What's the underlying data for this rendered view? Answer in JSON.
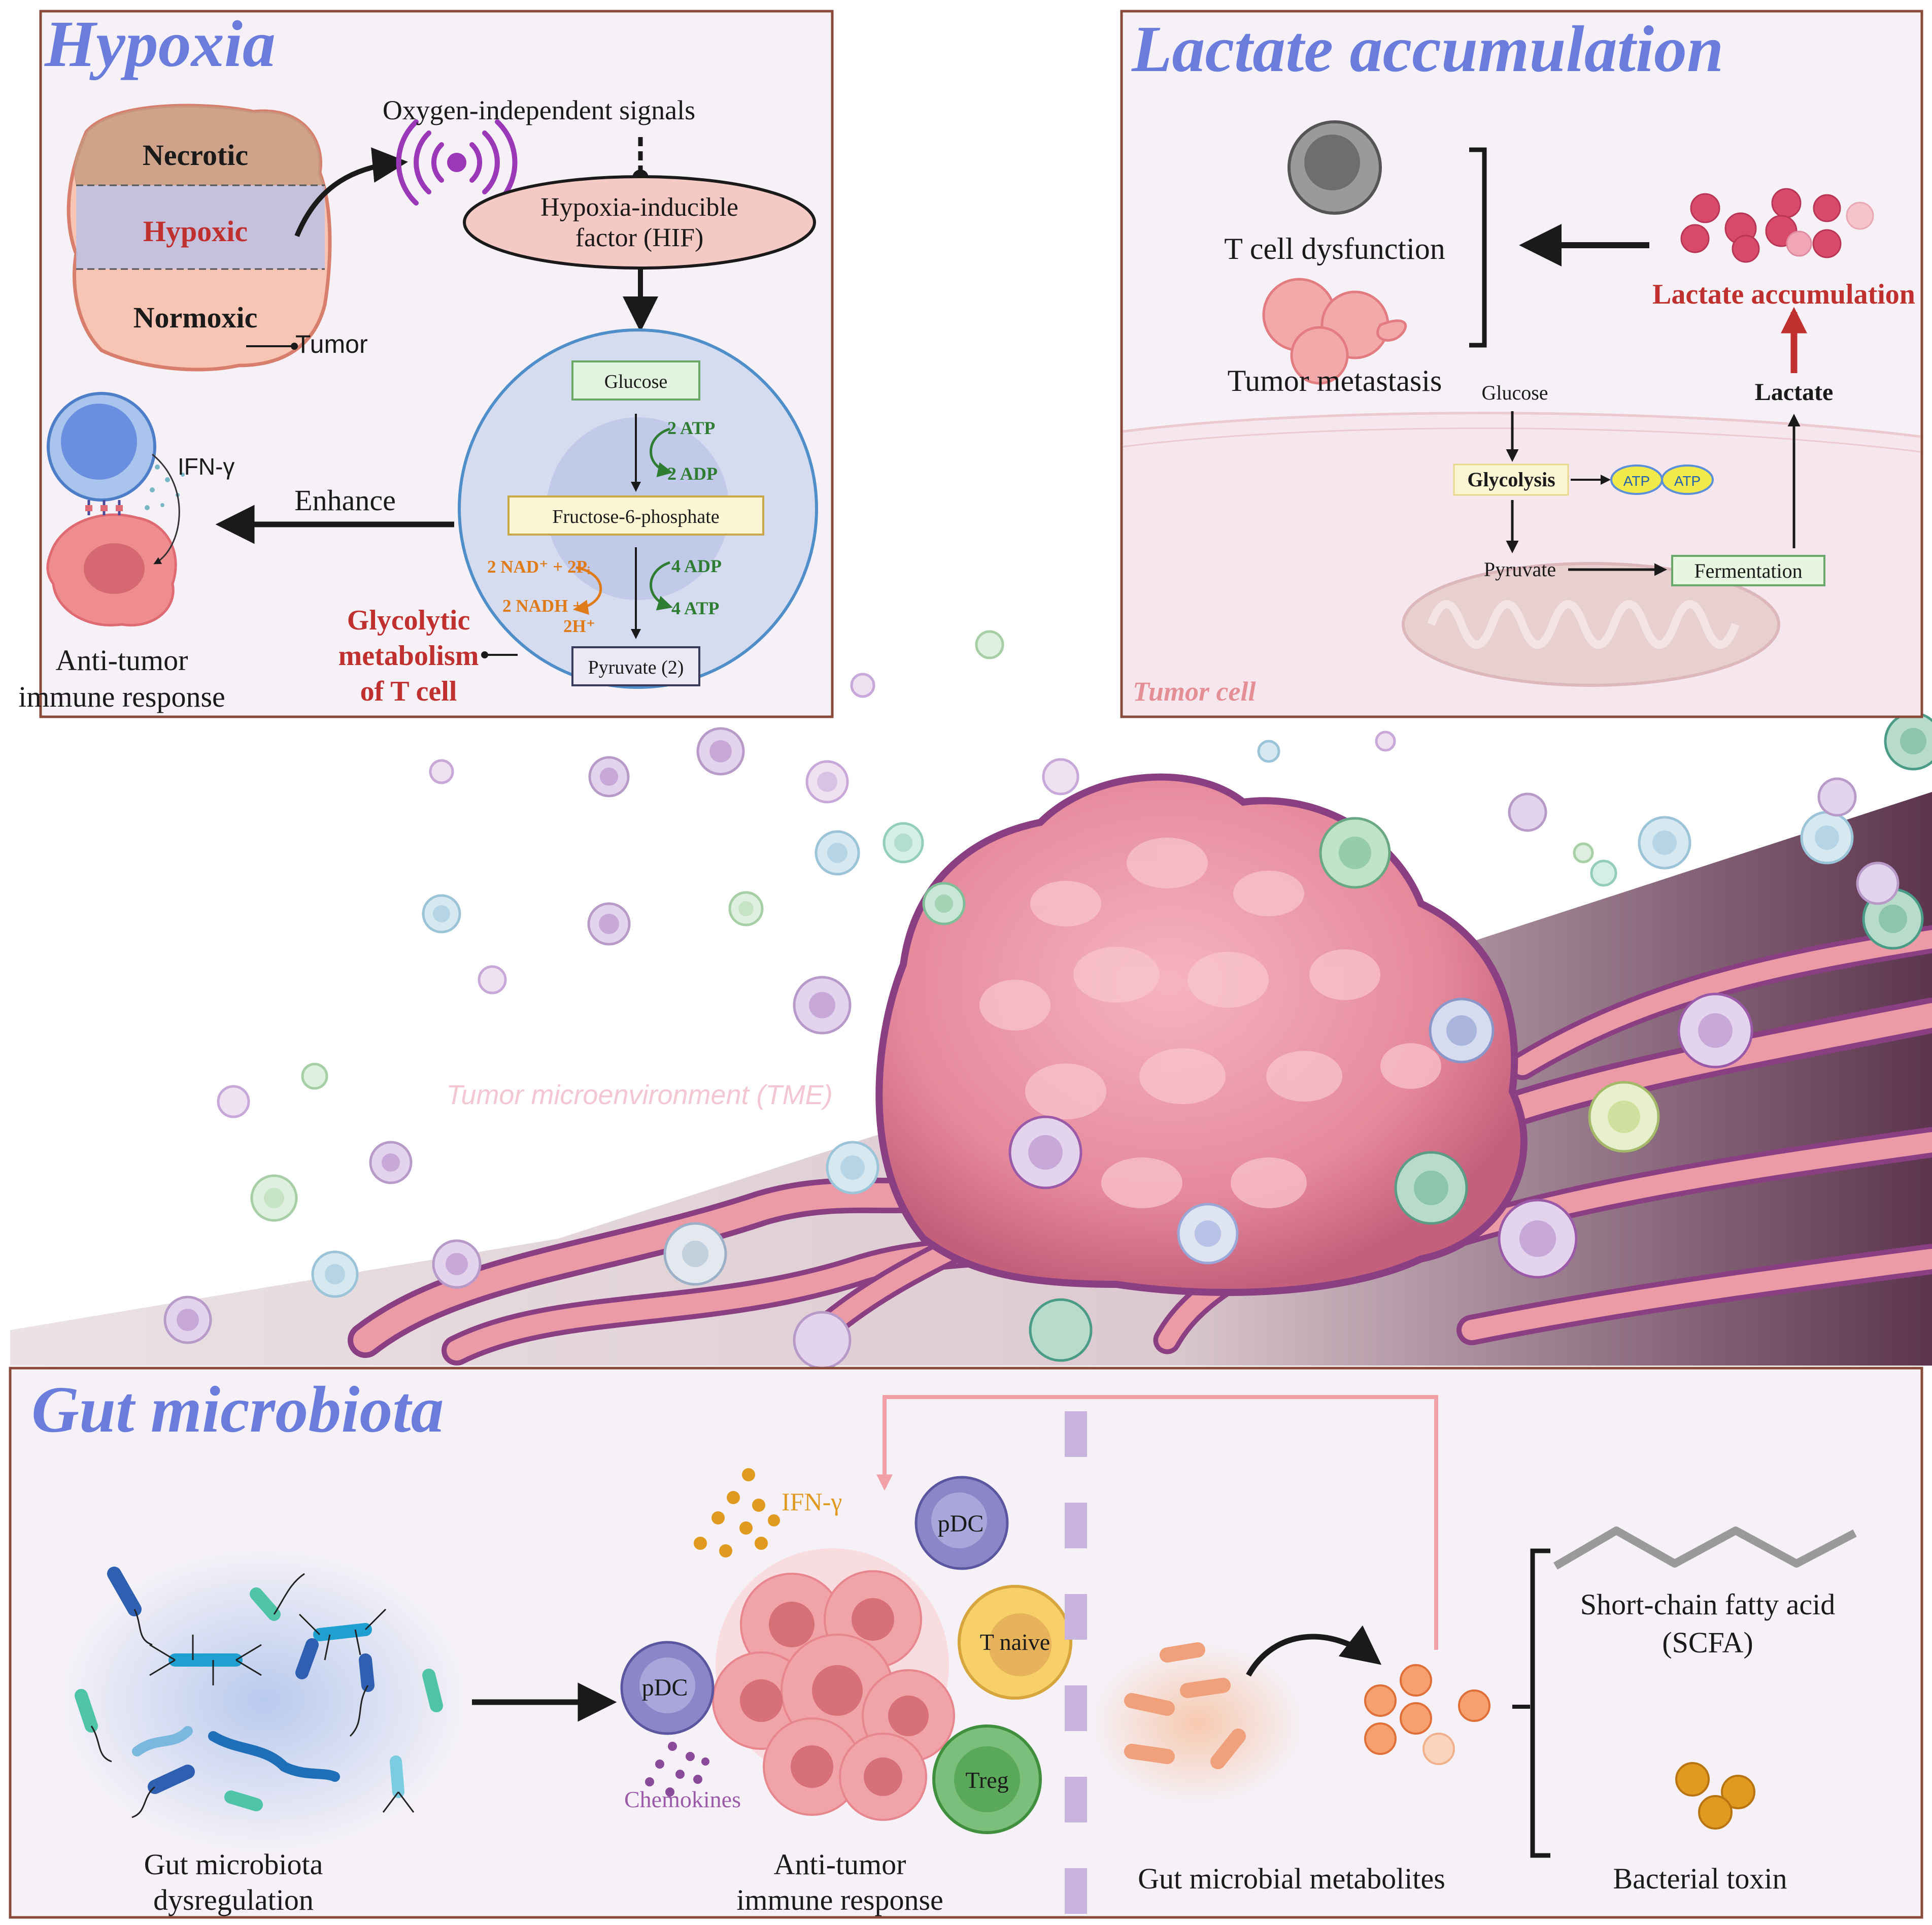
{
  "colors": {
    "panel_border": "#8a4a3a",
    "panel_bg": "#f5f1f7",
    "title_blue": "#6a7ddc",
    "red_label": "#c0302f",
    "green_label": "#2e7d32",
    "orange_label": "#e07b1a",
    "tumor_pink": "#e98a9b",
    "vessel_purple": "#8a3f82",
    "chemokine_purple": "#9a5aa8"
  },
  "hypoxia": {
    "title": "Hypoxia",
    "zones": {
      "necrotic": "Necrotic",
      "hypoxic": "Hypoxic",
      "normoxic": "Normoxic"
    },
    "tumor_label": "Tumor",
    "signals_label": "Oxygen-independent signals",
    "hif_line1": "Hypoxia-inducible",
    "hif_line2": "factor (HIF)",
    "ifn_label": "IFN-γ",
    "enhance_label": "Enhance",
    "response_line1": "Anti-tumor",
    "response_line2": "immune response",
    "metabolism_line1": "Glycolytic",
    "metabolism_line2": "metabolism",
    "metabolism_line3": "of T cell",
    "pathway": {
      "glucose": "Glucose",
      "atp_2": "2 ATP",
      "adp_2": "2 ADP",
      "f6p": "Fructose-6-phosphate",
      "nad": "2 NAD⁺ + 2Pᵢ",
      "nadh": "2 NADH +",
      "h": "2H⁺",
      "adp_4": "4 ADP",
      "atp_4": "4 ATP",
      "pyruvate": "Pyruvate (2)"
    }
  },
  "lactate": {
    "title": "Lactate accumulation",
    "dysfunction": "T cell dysfunction",
    "metastasis": "Tumor metastasis",
    "accumulation_label": "Lactate accumulation",
    "lactate": "Lactate",
    "glucose": "Glucose",
    "glycolysis": "Glycolysis",
    "atp": "ATP",
    "pyruvate": "Pyruvate",
    "fermentation": "Fermentation",
    "tumor_cell": "Tumor cell"
  },
  "tme_label": "Tumor microenvironment (TME)",
  "gut": {
    "title": "Gut microbiota",
    "dysregulation_line1": "Gut microbiota",
    "dysregulation_line2": "dysregulation",
    "ifn_label": "IFN-γ",
    "pdc_top": "pDC",
    "pdc_left": "pDC",
    "t_naive": "T naive",
    "treg": "Treg",
    "chemokines": "Chemokines",
    "response_line1": "Anti-tumor",
    "response_line2": "immune response",
    "metabolites": "Gut microbial metabolites",
    "scfa_line1": "Short-chain fatty acid",
    "scfa_line2": "(SCFA)",
    "toxin": "Bacterial toxin"
  }
}
